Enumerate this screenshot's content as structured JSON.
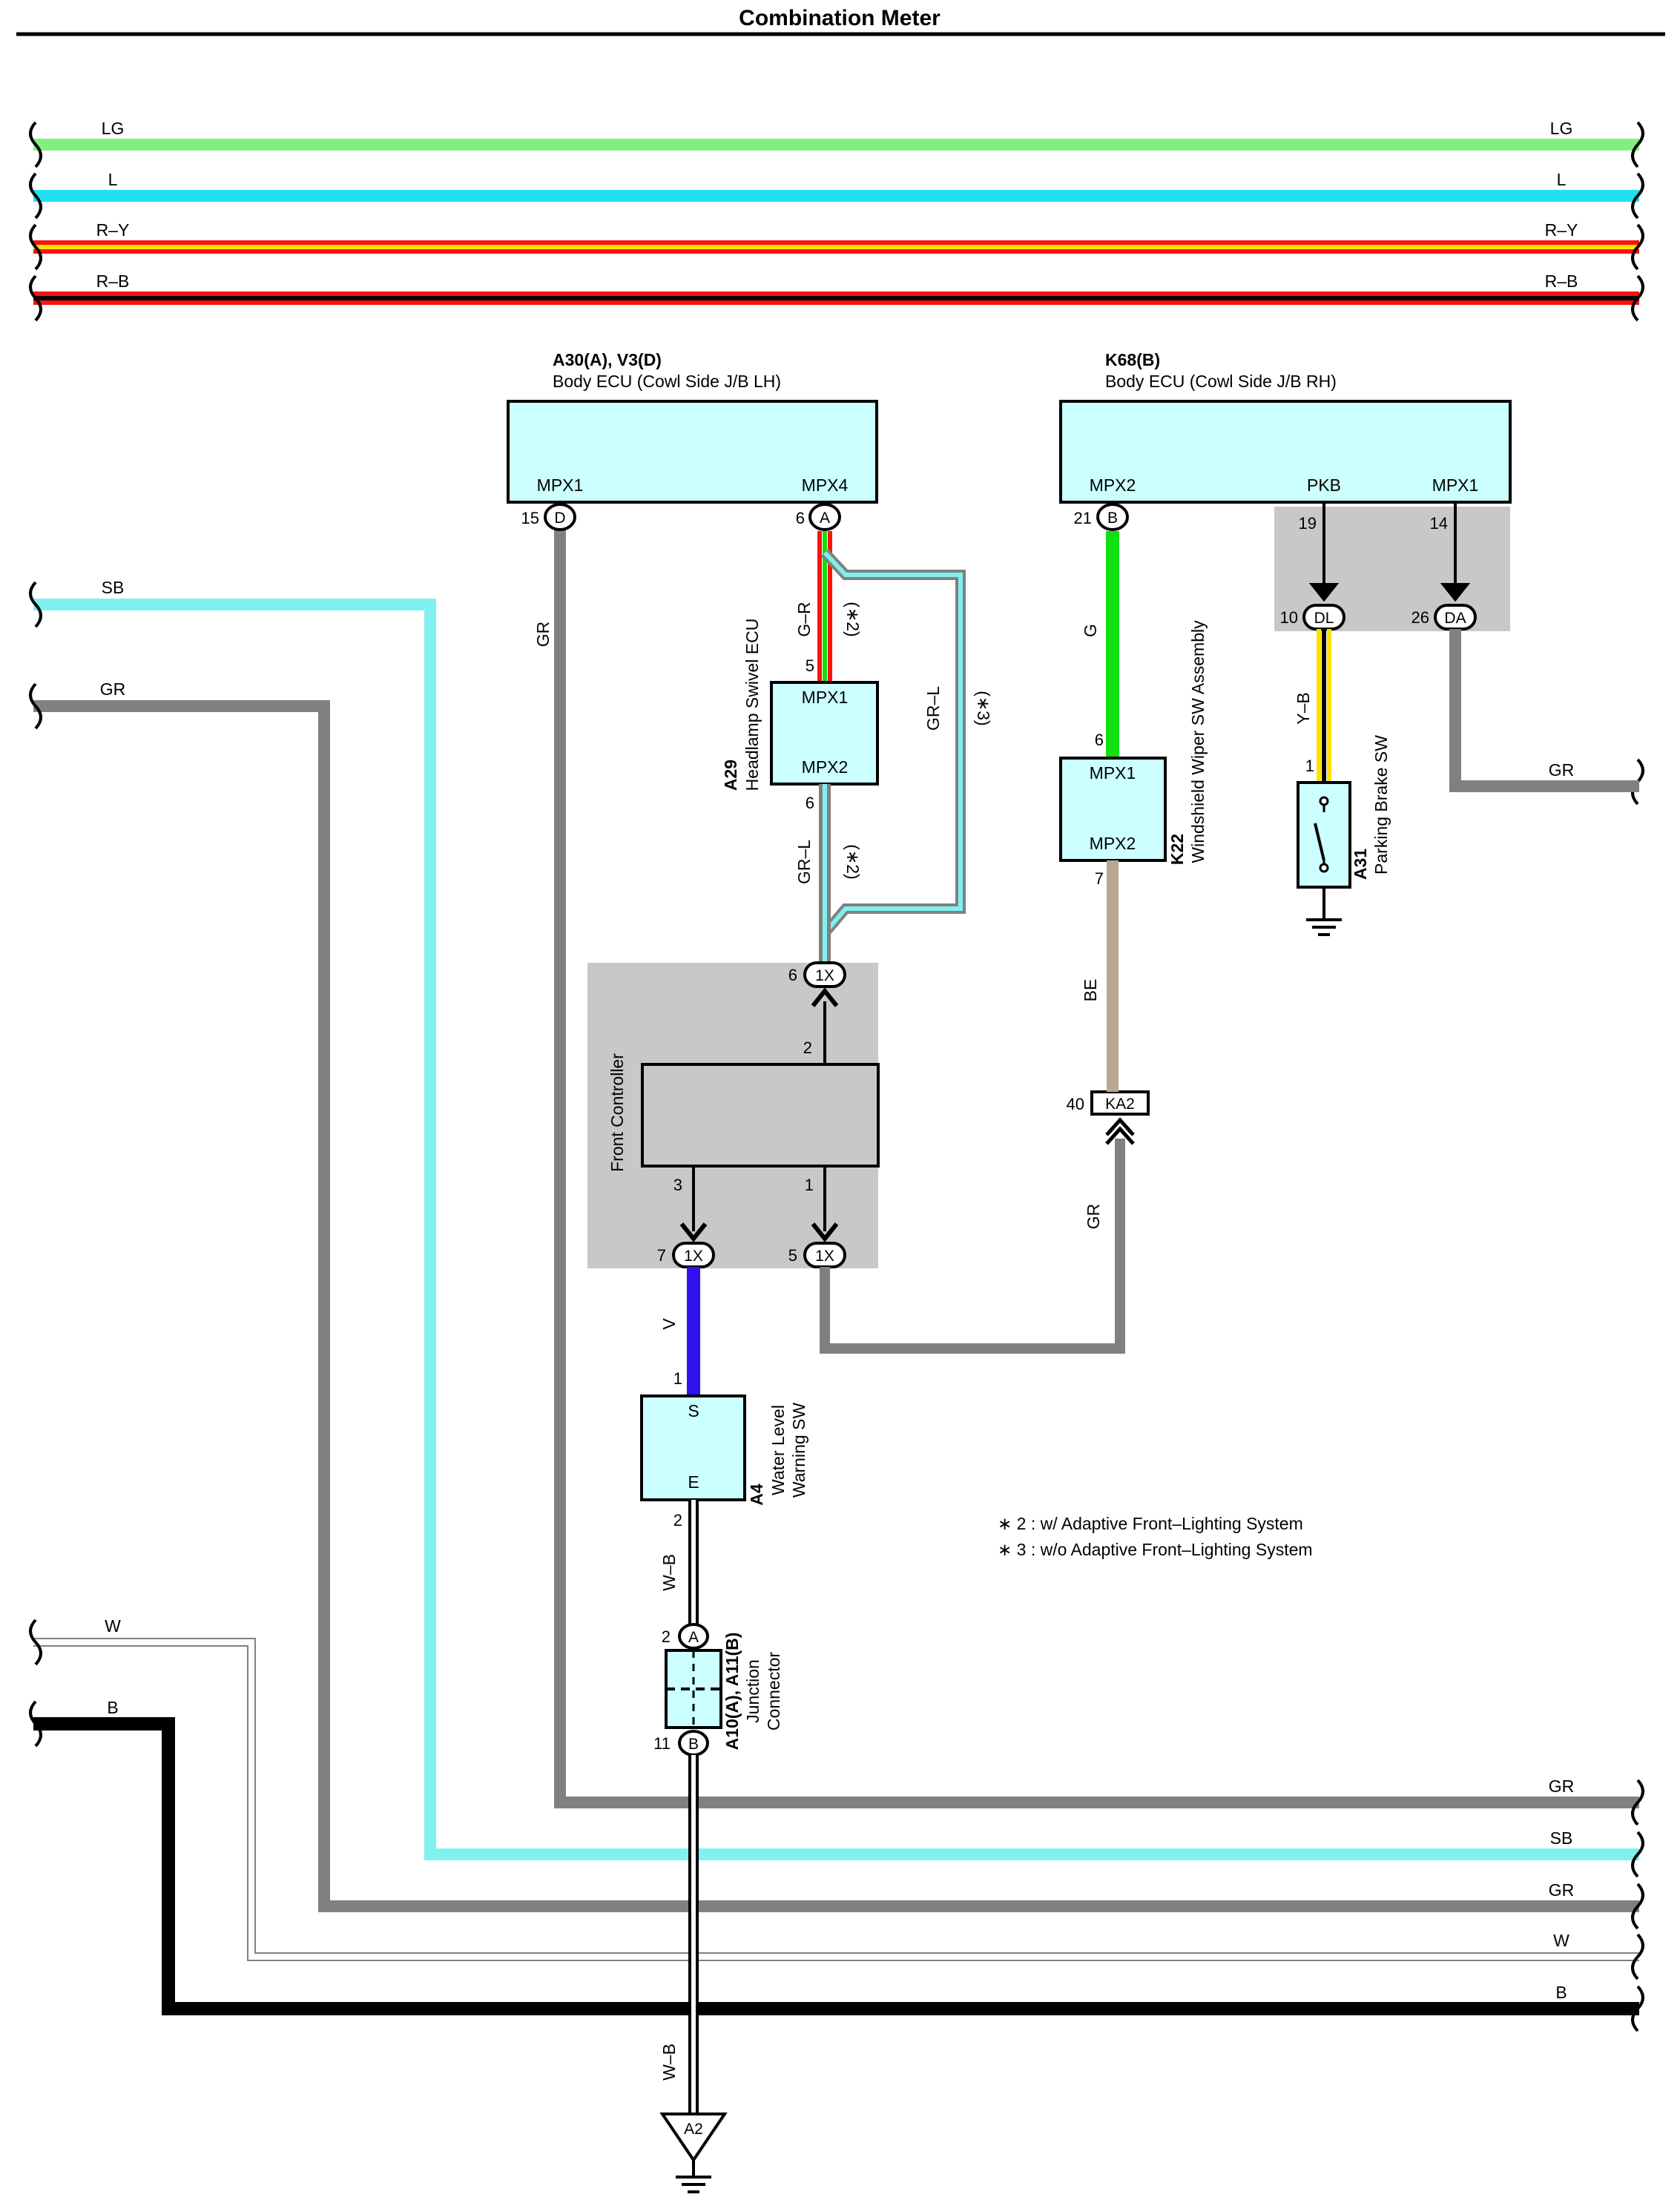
{
  "title": "Combination Meter",
  "colors": {
    "LG": "#80f080",
    "L": "#20e0f0",
    "R": "#ff1010",
    "Y": "#ffe000",
    "SB": "#80f0f0",
    "GR": "#808080",
    "G": "#10e010",
    "BE": "#b8a890",
    "V": "#3010f0",
    "W": "#ffffff",
    "B": "#000000",
    "box_fill": "#ccffff",
    "gray_zone": "#c8c8c8"
  },
  "top_bus": [
    {
      "left": "LG",
      "right": "LG"
    },
    {
      "left": "L",
      "right": "L"
    },
    {
      "left": "R–Y",
      "right": "R–Y"
    },
    {
      "left": "R–B",
      "right": "R–B"
    }
  ],
  "left_wires": [
    {
      "label": "SB"
    },
    {
      "label": "GR"
    },
    {
      "label": "W"
    },
    {
      "label": "B"
    }
  ],
  "bottom_bus": [
    "GR",
    "SB",
    "GR",
    "W",
    "B"
  ],
  "ecu_lh": {
    "code": "A30(A), V3(D)",
    "name": "Body ECU (Cowl Side J/B LH)",
    "pin_left_label": "MPX1",
    "pin_right_label": "MPX4",
    "pin_left_no": "15",
    "pin_left_conn": "D",
    "pin_right_no": "6",
    "pin_right_conn": "A"
  },
  "ecu_rh": {
    "code": "K68(B)",
    "name": "Body ECU (Cowl Side J/B RH)",
    "pin_a_label": "MPX2",
    "pin_b_label": "PKB",
    "pin_c_label": "MPX1",
    "pin_a_no": "21",
    "pin_a_conn": "B",
    "pin_b_no": "19",
    "pin_c_no": "14",
    "dl_no": "10",
    "dl_conn": "DL",
    "da_no": "26",
    "da_conn": "DA"
  },
  "headlamp": {
    "code": "A29",
    "name": "Headlamp Swivel ECU",
    "in_label": "MPX1",
    "out_label": "MPX2",
    "in_pin": "5",
    "out_pin": "6",
    "wire_in": "G–R",
    "wire_out": "GR–L",
    "note_in": "(∗2)",
    "note_out": "(∗2)",
    "bypass_wire": "GR–L",
    "bypass_note": "(∗3)"
  },
  "wiper": {
    "code": "K22",
    "name": "Windshield Wiper SW Assembly",
    "in_label": "MPX1",
    "out_label": "MPX2",
    "in_pin": "6",
    "out_pin": "7",
    "wire_in": "G",
    "wire_out": "BE"
  },
  "front_controller": {
    "name": "Front Controller",
    "pin_top": "2",
    "pin_left": "3",
    "pin_right": "1",
    "conn_top_no": "6",
    "conn_left_no": "7",
    "conn_right_no": "5",
    "conn": "1X"
  },
  "ka2": {
    "no": "40",
    "conn": "KA2",
    "wire_below": "GR"
  },
  "water": {
    "code": "A4",
    "name_1": "Water Level",
    "name_2": "Warning SW",
    "s": "S",
    "e": "E",
    "pin_in": "1",
    "pin_out": "2",
    "wire_in": "V",
    "wire_out": "W–B"
  },
  "junction": {
    "code": "A10(A), A11(B)",
    "name_1": "Junction",
    "name_2": "Connector",
    "top_no": "2",
    "top_conn": "A",
    "bot_no": "11",
    "bot_conn": "B",
    "wire_bottom": "W–B"
  },
  "parking": {
    "code": "A31",
    "name": "Parking Brake SW",
    "pin": "1",
    "wire": "Y–B"
  },
  "da_wire": "GR",
  "ecu_lh_wire": "GR",
  "ground": {
    "conn": "A2"
  },
  "notes": [
    "∗ 2 : w/ Adaptive Front–Lighting System",
    "∗ 3 : w/o Adaptive Front–Lighting System"
  ]
}
